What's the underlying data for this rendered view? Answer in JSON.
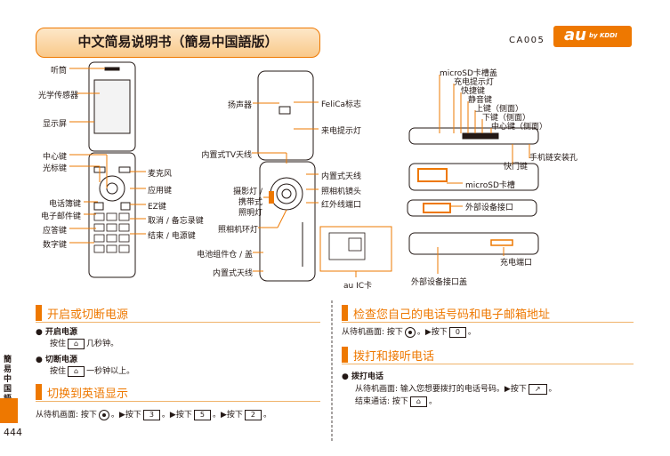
{
  "header": {
    "title": "中文简易说明书（簡易中国語版）",
    "model": "CA005",
    "brand_logo": "au",
    "brand_sub": "by KDDI"
  },
  "front_labels": {
    "earpiece": "听筒",
    "light_sensor": "光学传感器",
    "display": "显示屏",
    "center_key": "中心键",
    "cursor_key": "光标键",
    "phonebook_key": "电话簿键",
    "email_key": "电子邮件键",
    "answer_key": "应答键",
    "number_keys": "数字键",
    "microphone": "麦克风",
    "app_key": "应用键",
    "ez_key": "EZ键",
    "cancel_memo_key": "取消 / 备忘录键",
    "end_power_key": "结束 / 电源键"
  },
  "back_labels": {
    "speaker": "扬声器",
    "felica": "FeliCa标志",
    "incoming_light": "来电提示灯",
    "tv_antenna": "内置式TV天线",
    "internal_antenna": "内置式天线",
    "photo_light": "摄影灯 /\n携带式\n照明灯",
    "camera_lens": "照相机镜头",
    "ir_port": "红外线端口",
    "camera_ring_light": "照相机环灯",
    "battery_cover": "电池组件仓 / 盖",
    "internal_antenna_2": "内置式天线",
    "au_ic_card": "au IC卡"
  },
  "side_labels": {
    "microsd_cover": "microSD卡槽盖",
    "charge_light": "充电提示灯",
    "shortcut_key": "快捷键",
    "silent_key": "静音键",
    "up_key": "上键（侧面）",
    "down_key": "下键（侧面）",
    "center_side_key": "中心键（侧面）",
    "strap_hole": "手机链安装孔",
    "shutter_key": "快门键",
    "microsd_slot": "microSD卡槽",
    "ext_port": "外部设备接口",
    "charge_terminal": "充电端口",
    "ext_port_cover": "外部设备接口盖"
  },
  "sections": {
    "power": {
      "heading": "开启或切断电源",
      "on_title": "开启电源",
      "on_pre": "按住",
      "on_post": "几秒钟。",
      "off_title": "切断电源",
      "off_pre": "按住",
      "off_post": "一秒钟以上。"
    },
    "english": {
      "heading": "切换到英语显示",
      "pre": "从待机画面: 按下",
      "step1": "。▶按下",
      "key1": "3",
      "step2": "。▶按下",
      "key2": "5",
      "step3": "。▶按下",
      "key3": "2",
      "end": "。"
    },
    "check_number": {
      "heading": "检查您自己的电话号码和电子邮箱地址",
      "pre": "从待机画面: 按下",
      "mid": "。▶按下",
      "key": "0",
      "end": "。"
    },
    "calling": {
      "heading": "拨打和接听电话",
      "sub_title": "拨打电话",
      "line1_pre": "从待机画面: 输入您想要拨打的电话号码。▶按下",
      "line1_end": "。",
      "line2_pre": "结束通话: 按下",
      "line2_end": "。"
    }
  },
  "sidebar": {
    "label": "簡易中国語",
    "page_number": "444"
  },
  "colors": {
    "accent": "#ee7800",
    "text": "#231815"
  }
}
